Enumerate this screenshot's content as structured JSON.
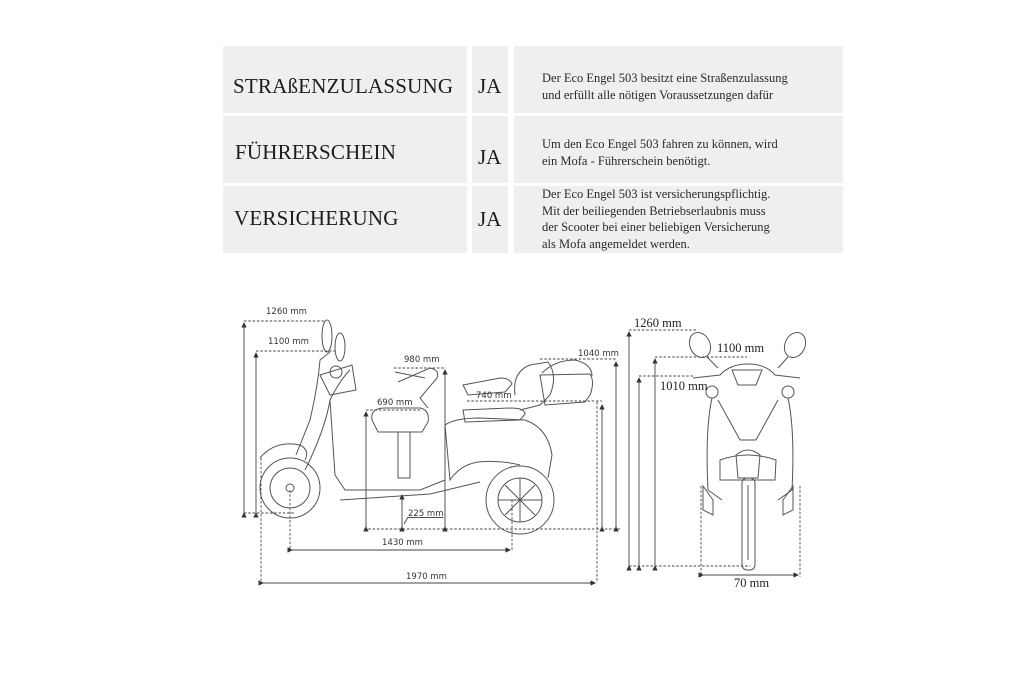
{
  "table": {
    "rows": [
      {
        "label": "STRAßENZULASSUNG",
        "answer": "JA",
        "description_lines": [
          "Der Eco Engel 503 besitzt eine Straßenzulassung",
          "und erfüllt alle nötigen Voraussetzungen dafür"
        ]
      },
      {
        "label": "FÜHRERSCHEIN",
        "answer": "JA",
        "description_lines": [
          "Um den Eco Engel 503 fahren zu können, wird",
          "ein Mofa - Führerschein benötigt."
        ]
      },
      {
        "label": "VERSICHERUNG",
        "answer": "JA",
        "description_lines": [
          "Der Eco Engel 503 ist versicherungspflichtig.",
          "Mit der beiliegenden Betriebserlaubnis muss",
          "der Scooter bei einer beliebigen Versicherung",
          "als Mofa angemeldet werden."
        ]
      }
    ]
  },
  "side_view": {
    "dimensions": {
      "total_height": "1260 mm",
      "handlebar_height": "1100 mm",
      "backrest_height": "980 mm",
      "seat_height": "690 mm",
      "rear_seat_height": "740 mm",
      "top_case_height": "1040 mm",
      "ground_clearance": "225 mm",
      "wheelbase": "1430 mm",
      "total_length": "1970 mm"
    }
  },
  "front_view": {
    "dimensions": {
      "mirror_height": "1260 mm",
      "handlebar_height": "1100 mm",
      "grip_height": "1010 mm",
      "width": "70 mm"
    }
  },
  "colors": {
    "cell_background": "#efefef",
    "line": "#444444"
  }
}
